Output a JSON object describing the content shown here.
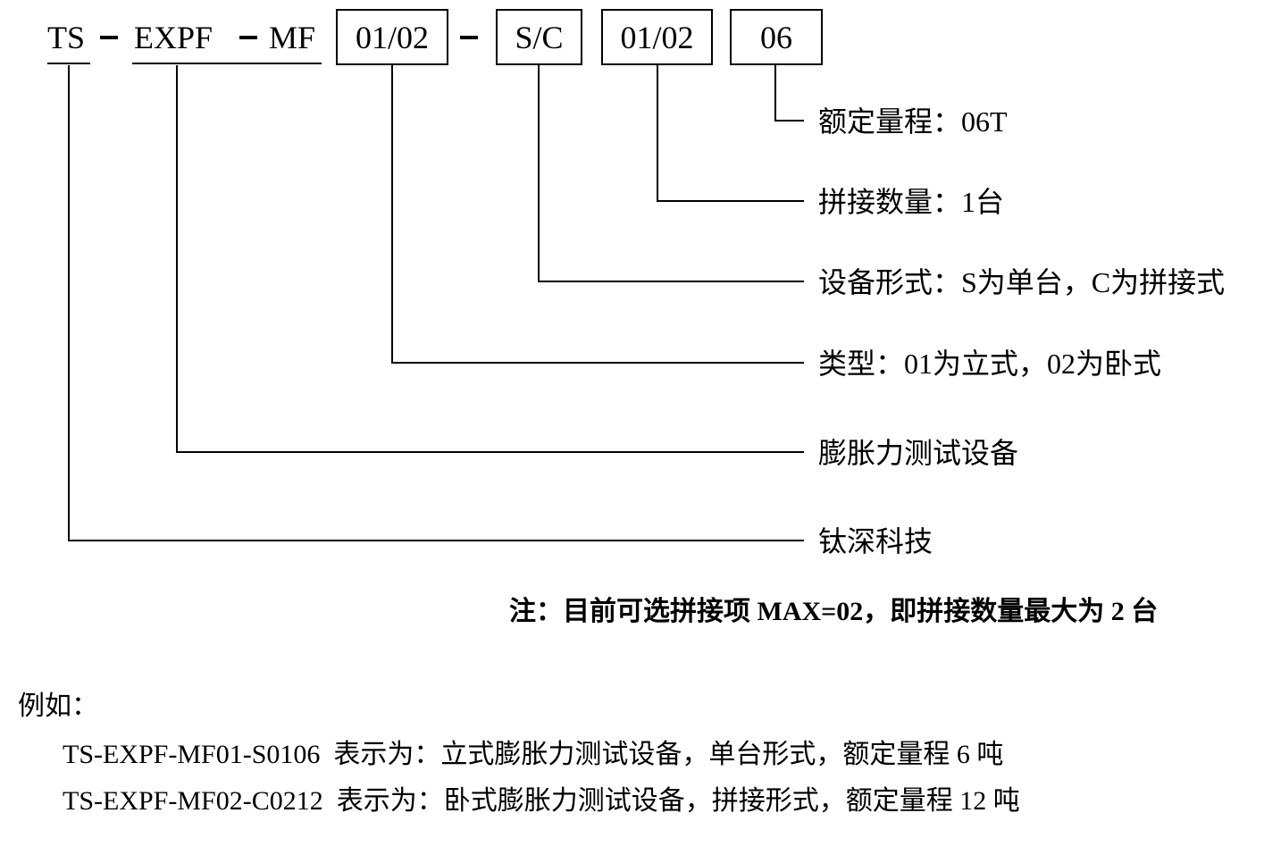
{
  "code": {
    "prefix": "TS",
    "series": "EXPF",
    "model": "MF",
    "type_box": "01/02",
    "form_box": "S/C",
    "count_box": "01/02",
    "range_box": "06"
  },
  "labels": {
    "range": "额定量程：06T",
    "count": "拼接数量：1台",
    "form": "设备形式：S为单台，C为拼接式",
    "type": "类型：01为立式，02为卧式",
    "equipment": "膨胀力测试设备",
    "company": "钛深科技"
  },
  "note": "注：目前可选拼接项 MAX=02，即拼接数量最大为 2 台",
  "examples": {
    "heading": "例如：",
    "items": [
      {
        "code": "TS-EXPF-MF01-S0106",
        "desc": "表示为：立式膨胀力测试设备，单台形式，额定量程 6 吨"
      },
      {
        "code": "TS-EXPF-MF02-C0212",
        "desc": "表示为：卧式膨胀力测试设备，拼接形式，额定量程 12 吨"
      }
    ]
  }
}
